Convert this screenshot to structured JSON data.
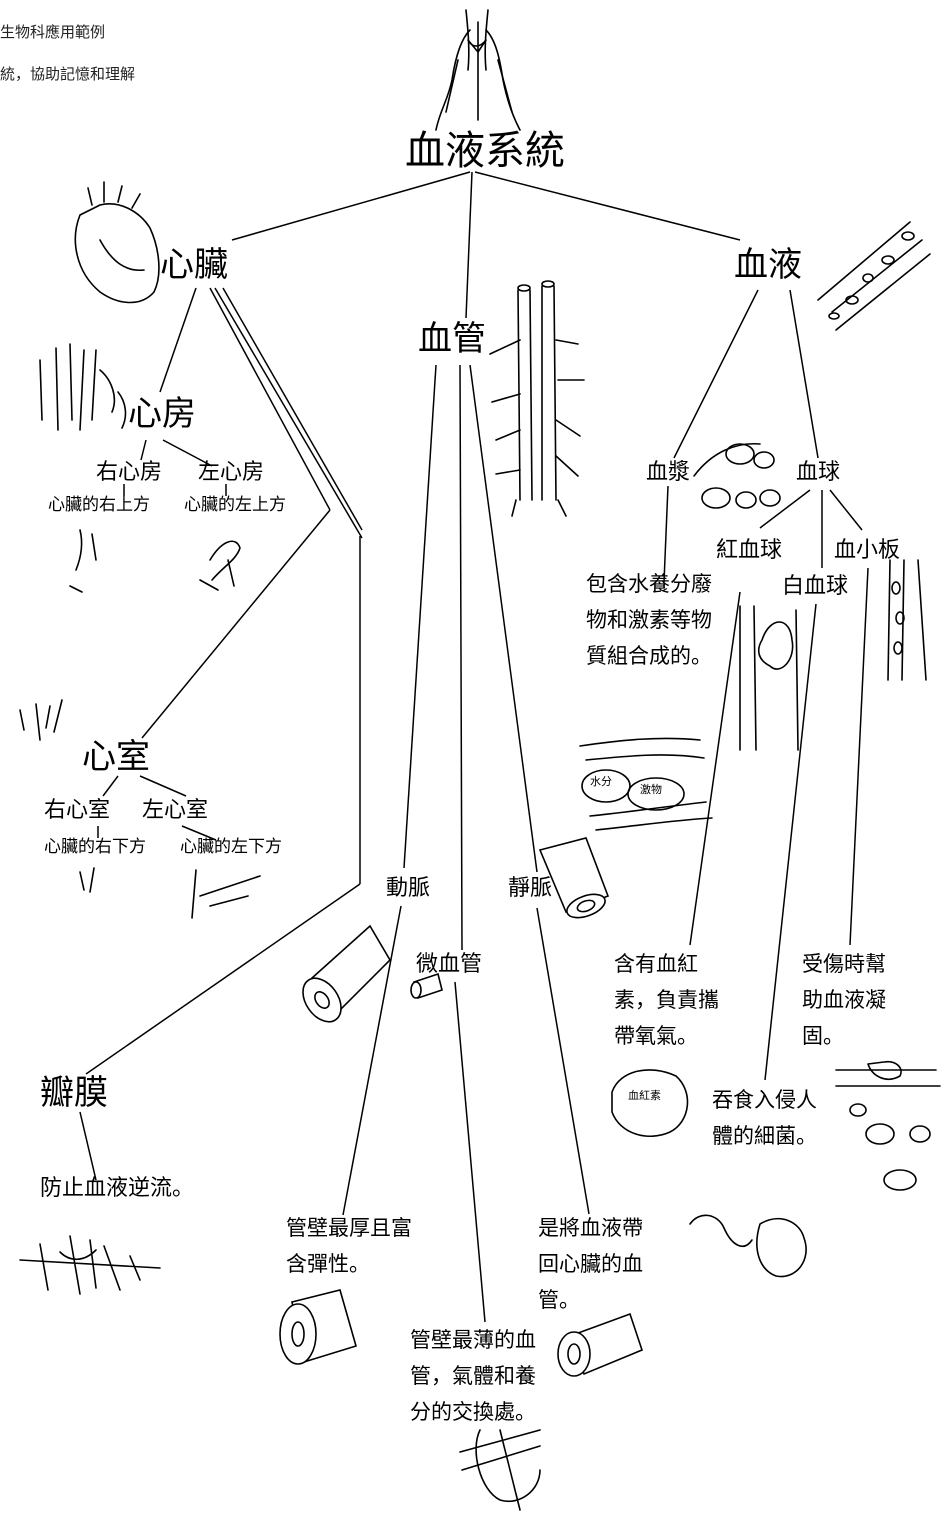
{
  "header": {
    "line1": "生物科應用範例",
    "line2": "統，協助記憶和理解"
  },
  "root": "血液系統",
  "heart": {
    "title": "心臟",
    "atrium": {
      "title": "心房",
      "right": "右心房",
      "left": "左心房",
      "right_desc": "心臟的右上方",
      "left_desc": "心臟的左上方"
    },
    "ventricle": {
      "title": "心室",
      "right": "右心室",
      "left": "左心室",
      "right_desc": "心臟的右下方",
      "left_desc": "心臟的左下方"
    },
    "valve": {
      "title": "瓣膜",
      "desc": "防止血液逆流。"
    }
  },
  "vessels": {
    "title": "血管",
    "artery": {
      "title": "動脈",
      "desc": "管壁最厚且富含彈性。"
    },
    "capillary": {
      "title": "微血管",
      "desc": "管壁最薄的血管，氣體和養分的交換處。"
    },
    "vein": {
      "title": "靜脈",
      "desc": "是將血液帶回心臟的血管。"
    }
  },
  "blood": {
    "title": "血液",
    "plasma": {
      "title": "血漿",
      "desc": "包含水養分廢物和激素等物質組合成的。"
    },
    "cells": {
      "title": "血球",
      "red": {
        "title": "紅血球",
        "desc": "含有血紅素，負責攜帶氧氣。"
      },
      "white": {
        "title": "白血球",
        "desc": "吞食入侵人體的細菌。"
      },
      "platelet": {
        "title": "血小板",
        "desc": "受傷時幫助血液凝固。"
      }
    }
  },
  "sketch_labels": {
    "plasma_cell_a": "水分",
    "plasma_cell_b": "激物",
    "hemoglobin": "血紅素"
  }
}
